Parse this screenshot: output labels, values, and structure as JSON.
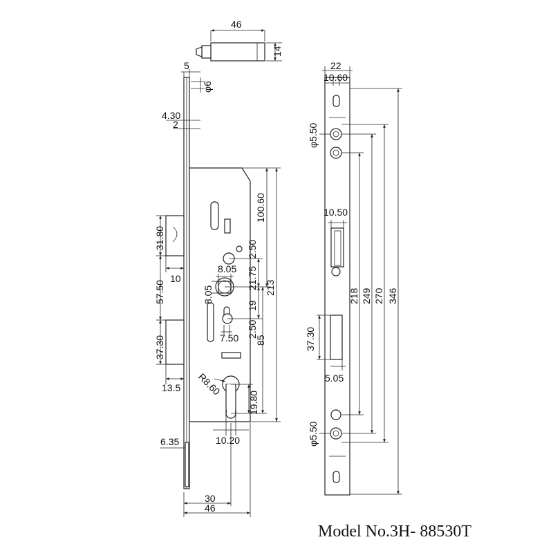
{
  "caption": "Model No.3H- 88530T",
  "dims": {
    "bolt_len": "46",
    "bolt_h": "14",
    "tongue_w": "5",
    "hole_6": "φ6",
    "d430": "4.30",
    "d2": "2",
    "d3180": "31.80",
    "d10": "10",
    "d5750": "57.50",
    "d3730": "37.30",
    "d135": "13.5",
    "d635": "6.35",
    "d30": "30",
    "d46b": "46",
    "d10060": "100.60",
    "d250a": "2.50",
    "d805a": "8.05",
    "d805b": "8.05",
    "d2175": "21.75",
    "d213": "213",
    "d19": "19",
    "d250b": "2.50",
    "d750": "7.50",
    "d85": "85",
    "r860": "R8.60",
    "d1980": "19.80",
    "d1020": "10.20",
    "s22": "22",
    "s1060": "10.60",
    "s550a": "φ5.50",
    "s1050": "10.50",
    "s3730": "37.30",
    "s505": "5.05",
    "s550b": "φ5.50",
    "s218": "218",
    "s249": "249",
    "s270": "270",
    "s346": "346"
  }
}
